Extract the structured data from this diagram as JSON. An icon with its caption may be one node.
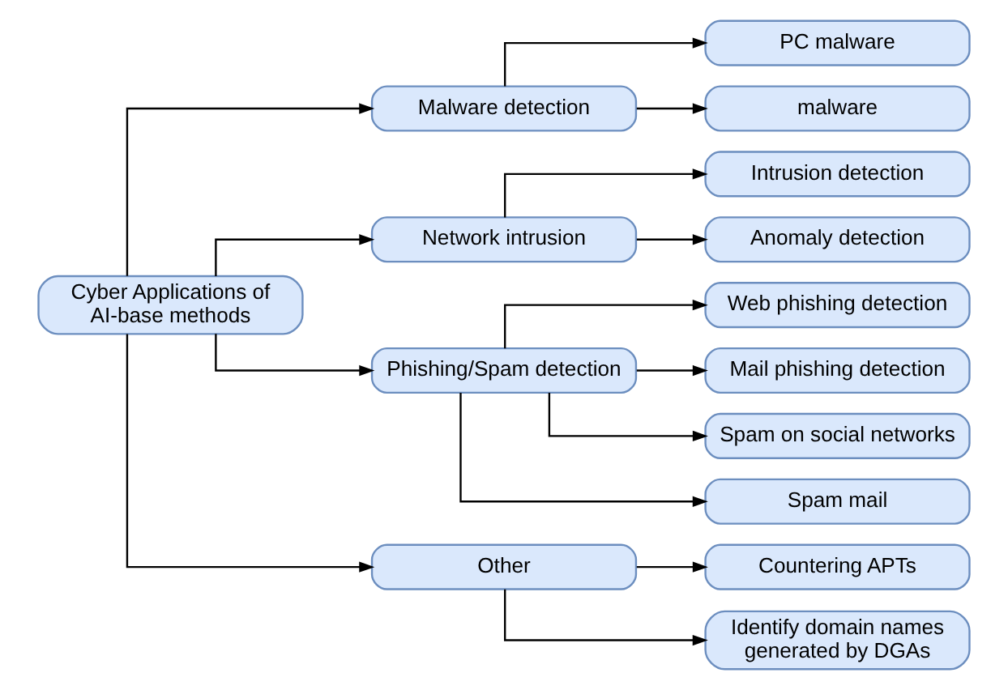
{
  "diagram": {
    "nodes": [
      {
        "text": [
          "Cyber Applications of AI-base methods"
        ]
      },
      {
        "text": [
          "Malware detection"
        ]
      },
      {
        "text": [
          "PC malware"
        ]
      },
      {
        "text": [
          "malware"
        ]
      },
      {
        "text": [
          "Network intrusion"
        ]
      },
      {
        "text": [
          "Intrusion detection"
        ]
      },
      {
        "text": [
          "Anomaly detection"
        ]
      },
      {
        "text": [
          "Phishing/Spam detection"
        ]
      },
      {
        "text": [
          "Web phishing detection"
        ]
      },
      {
        "text": [
          "Mail phishing detection"
        ]
      },
      {
        "text": [
          "Spam on social networks"
        ]
      },
      {
        "text": [
          "Spam mail"
        ]
      },
      {
        "text": [
          "Other"
        ]
      },
      {
        "text": [
          "Countering APTs"
        ]
      },
      {
        "text": [
          "Identify domain names generated by DGAs"
        ]
      }
    ],
    "edges": [
      {
        "from": 0,
        "to": 1,
        "arrow": "to"
      },
      {
        "from": 0,
        "to": 4,
        "arrow": "to"
      },
      {
        "from": 0,
        "to": 7,
        "arrow": "to"
      },
      {
        "from": 0,
        "to": 12,
        "arrow": "to"
      },
      {
        "from": 1,
        "to": 2,
        "arrow": "to"
      },
      {
        "from": 1,
        "to": 3,
        "arrow": "to"
      },
      {
        "from": 4,
        "to": 5,
        "arrow": "to"
      },
      {
        "from": 4,
        "to": 6,
        "arrow": "to"
      },
      {
        "from": 7,
        "to": 8,
        "arrow": "to"
      },
      {
        "from": 7,
        "to": 9,
        "arrow": "to"
      },
      {
        "from": 7,
        "to": 10,
        "arrow": "to"
      },
      {
        "from": 7,
        "to": 11,
        "arrow": "to"
      },
      {
        "from": 12,
        "to": 13,
        "arrow": "to"
      },
      {
        "from": 12,
        "to": 14,
        "arrow": "to"
      }
    ]
  }
}
